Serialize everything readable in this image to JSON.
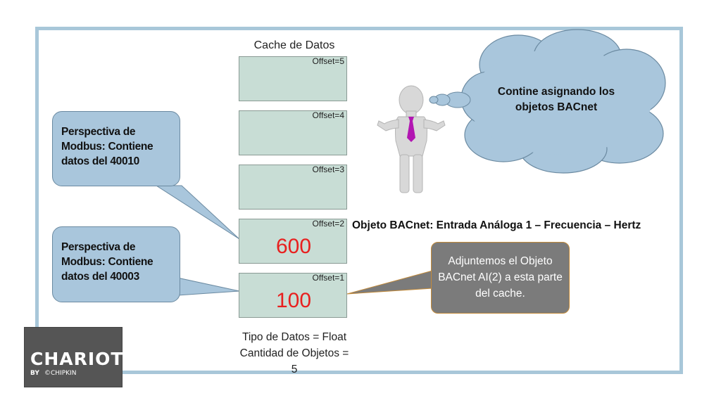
{
  "cache": {
    "title": "Cache de Datos",
    "cells": [
      {
        "offset": "Offset=5",
        "value": ""
      },
      {
        "offset": "Offset=4",
        "value": ""
      },
      {
        "offset": "Offset=3",
        "value": ""
      },
      {
        "offset": "Offset=2",
        "value": "600"
      },
      {
        "offset": "Offset=1",
        "value": "100"
      }
    ],
    "info_line1": "Tipo de Datos = Float",
    "info_line2": "Cantidad de Objetos = 5"
  },
  "bubbles": {
    "top": "Perspectiva de Modbus: Contiene datos del 40010",
    "bottom": "Perspectiva de Modbus: Contiene datos del 40003"
  },
  "bacnet_object": "Objeto BACnet: Entrada Análoga 1 – Frecuencia – Hertz",
  "cloud": "Contine asignando los objetos BACnet",
  "callout": "Adjuntemos el Objeto BACnet AI(2) a esta parte del cache.",
  "logo": {
    "word": "CHARIOT",
    "by": "BY",
    "company": "©CHIPKIN"
  },
  "colors": {
    "frame": "#a8c7d9",
    "cell": "#c8ddd5",
    "bubble": "#a9c6dc",
    "value_red": "#e8201f",
    "callout_gray": "#7b7b7b",
    "logo_bg": "#555555"
  }
}
